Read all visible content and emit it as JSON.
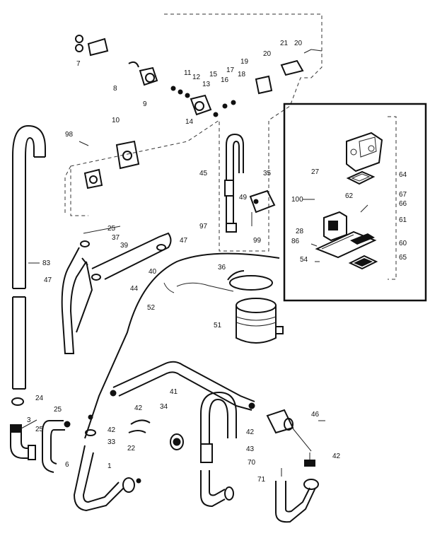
{
  "diagram": {
    "callouts": {
      "c7": "7",
      "c8": "8",
      "c9": "9",
      "c10": "10",
      "c11": "11",
      "c12": "12",
      "c13": "13",
      "c14": "14",
      "c15": "15",
      "c16": "16",
      "c17": "17",
      "c18": "18",
      "c19": "19",
      "c20a": "20",
      "c20b": "20",
      "c21": "21",
      "c98": "98",
      "c45": "45",
      "c35": "35",
      "c49": "49",
      "c97": "97",
      "c99": "99",
      "c25a": "25",
      "c37": "37",
      "c39": "39",
      "c47a": "47",
      "c40": "40",
      "c83": "83",
      "c47b": "47",
      "c44": "44",
      "c52": "52",
      "c36": "36",
      "c51": "51",
      "c27": "27",
      "c64": "64",
      "c100": "100",
      "c62": "62",
      "c67": "67",
      "c66": "66",
      "c61": "61",
      "c28": "28",
      "c86": "86",
      "c60": "60",
      "c54": "54",
      "c65": "65",
      "c24": "24",
      "c25b": "25",
      "c25c": "25",
      "c3": "3",
      "c6": "6",
      "c41": "41",
      "c42a": "42",
      "c34": "34",
      "c42b": "42",
      "c33": "33",
      "c22": "22",
      "c1": "1",
      "c42c": "42",
      "c43": "43",
      "c70": "70",
      "c46": "46",
      "c42d": "42",
      "c71": "71"
    }
  }
}
